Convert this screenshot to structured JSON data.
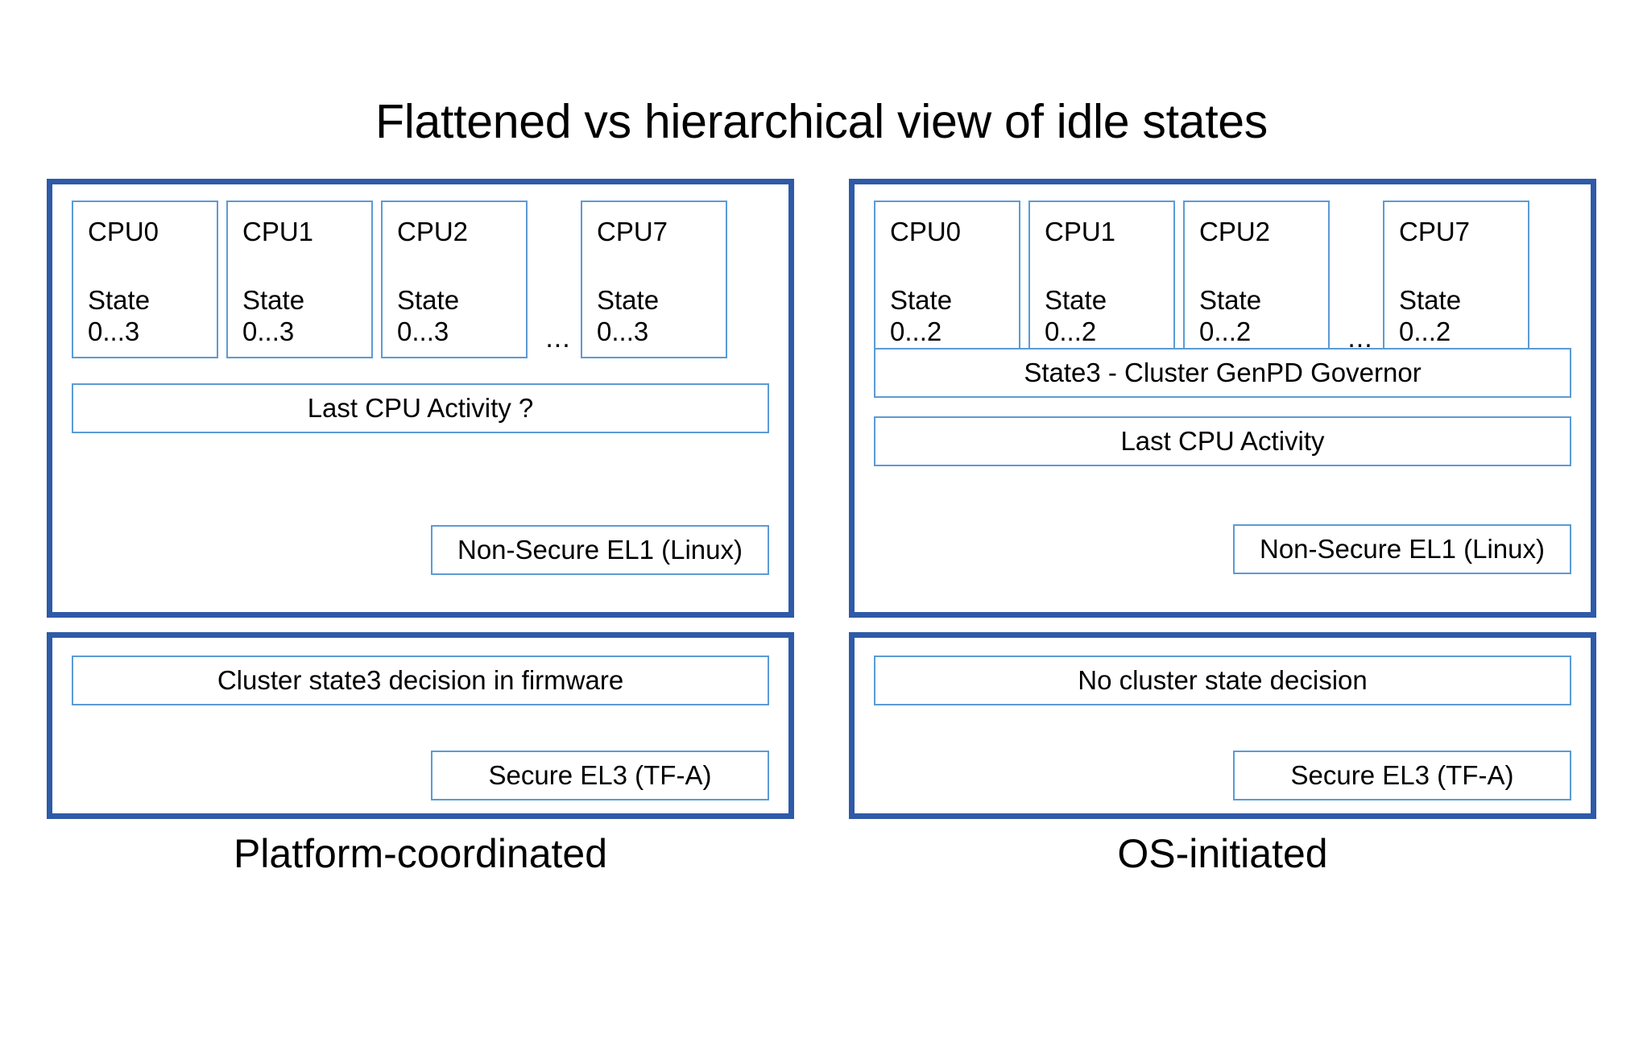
{
  "title": "Flattened vs hierarchical view of idle states",
  "columns": [
    {
      "id": "platform-coordinated",
      "caption": "Platform-coordinated",
      "os_panel": {
        "cpus": [
          {
            "name": "CPU0",
            "state_label": "State",
            "state_range": "0...3"
          },
          {
            "name": "CPU1",
            "state_label": "State",
            "state_range": "0...3"
          },
          {
            "name": "CPU2",
            "state_label": "State",
            "state_range": "0...3"
          },
          {
            "name": "CPU7",
            "state_label": "State",
            "state_range": "0...3"
          }
        ],
        "ellipsis": "...",
        "last_cpu_activity": "Last CPU Activity ?",
        "exception_level": "Non-Secure EL1 (Linux)"
      },
      "fw_panel": {
        "decision": "Cluster state3 decision in firmware",
        "exception_level": "Secure EL3 (TF-A)"
      }
    },
    {
      "id": "os-initiated",
      "caption": "OS-initiated",
      "os_panel": {
        "cpus": [
          {
            "name": "CPU0",
            "state_label": "State",
            "state_range": "0...2"
          },
          {
            "name": "CPU1",
            "state_label": "State",
            "state_range": "0...2"
          },
          {
            "name": "CPU2",
            "state_label": "State",
            "state_range": "0...2"
          },
          {
            "name": "CPU7",
            "state_label": "State",
            "state_range": "0...2"
          }
        ],
        "ellipsis": "...",
        "cluster_governor": "State3 - Cluster GenPD Governor",
        "last_cpu_activity": "Last CPU Activity",
        "exception_level": "Non-Secure EL1 (Linux)"
      },
      "fw_panel": {
        "decision": "No cluster state decision",
        "exception_level": "Secure EL3 (TF-A)"
      }
    }
  ],
  "colors": {
    "panel_border": "#2e5aa8",
    "box_border": "#5b9bd5",
    "text": "#000000",
    "background": "#ffffff"
  }
}
